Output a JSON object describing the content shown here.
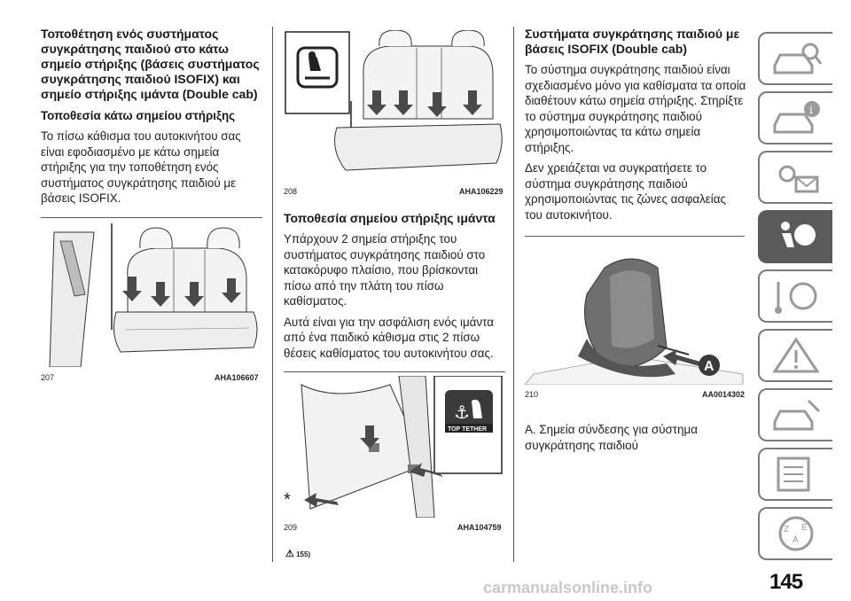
{
  "col1": {
    "heading": "Τοποθέτηση ενός συστήματος συγκράτησης παιδιού στο κάτω σημείο στήριξης (βάσεις συστήματος συγκράτησης παιδιού ISOFIX) και σημείο στήριξης ιμάντα (Double cab)",
    "subheading": "Τοποθεσία κάτω σημείου στήριξης",
    "para": "Το πίσω κάθισμα του αυτοκινήτου σας είναι εφοδιασμένο με κάτω σημεία στήριξης για την τοποθέτηση ενός συστήματος συγκράτησης παιδιού με βάσεις ISOFIX."
  },
  "col2": {
    "subheading": "Τοποθεσία σημείου στήριξης ιμάντα",
    "para1": "Υπάρχουν 2 σημεία στήριξης του συστήματος συγκράτησης παιδιού στο κατακόρυφο πλαίσιο, που βρίσκονται πίσω από την πλάτη του πίσω καθίσματος.",
    "para2": "Αυτά είναι για την ασφάλιση ενός ιμάντα από ένα παιδικό κάθισμα στις 2 πίσω θέσεις καθίσματος του αυτοκινήτου σας."
  },
  "col3": {
    "heading": "Συστήματα συγκράτησης παιδιού με βάσεις ISOFIX (Double cab)",
    "para1": "Το σύστημα συγκράτησης παιδιού είναι σχεδιασμένο μόνο για καθίσματα τα οποία διαθέτουν κάτω σημεία στήριξης. Στηρίξτε το σύστημα συγκράτησης παιδιού χρησιμοποιώντας τα κάτω σημεία στήριξης.",
    "para2": "Δεν χρειάζεται να συγκρατήσετε το σύστημα συγκράτησης παιδιού χρησιμοποιώντας τις ζώνες ασφαλείας του αυτοκινήτου.",
    "caption_a": "A. Σημεία σύνδεσης για σύστημα συγκράτησης παιδιού"
  },
  "figures": {
    "f207": {
      "num": "207",
      "code": "AHA106607"
    },
    "f208": {
      "num": "208",
      "code": "AHA106229"
    },
    "f209": {
      "num": "209",
      "code": "AHA104759",
      "tether_label": "TOP TETHER",
      "star": "*"
    },
    "f210": {
      "num": "210",
      "code": "AA0014302",
      "marker": "A"
    }
  },
  "note": {
    "ref": "155)"
  },
  "page_number": "145",
  "watermark": "carmanualsonline.info",
  "colors": {
    "active_tab": "#5a5a5a",
    "tab_border": "#7a7a7a",
    "arrow_fill": "#4a4a4a"
  },
  "tabs": [
    {
      "icon": "car-magnifier-icon"
    },
    {
      "icon": "car-info-icon"
    },
    {
      "icon": "light-envelope-icon"
    },
    {
      "icon": "airbag-seat-icon",
      "active": true
    },
    {
      "icon": "steering-key-icon"
    },
    {
      "icon": "warning-triangle-icon"
    },
    {
      "icon": "car-wrench-icon"
    },
    {
      "icon": "spec-list-icon"
    },
    {
      "icon": "alphabet-index-icon"
    }
  ]
}
